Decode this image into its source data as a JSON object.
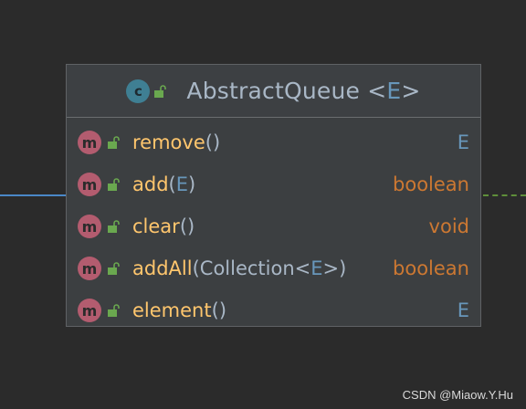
{
  "diagram": {
    "class": {
      "kind_icon": "c",
      "name": "AbstractQueue",
      "type_param_open": "<",
      "type_param": "E",
      "type_param_close": ">"
    },
    "methods": [
      {
        "name": "remove",
        "open": "(",
        "params": [],
        "close": ")",
        "return": "E"
      },
      {
        "name": "add",
        "open": "(",
        "params": [
          {
            "text": "E"
          }
        ],
        "close": ")",
        "return": "boolean"
      },
      {
        "name": "clear",
        "open": "(",
        "params": [],
        "close": ")",
        "return": "void"
      },
      {
        "name": "addAll",
        "open": "(",
        "params": [
          {
            "text": "Collection"
          },
          {
            "text": "<"
          },
          {
            "text": "E"
          },
          {
            "text": ">"
          }
        ],
        "close": ")",
        "return": "boolean"
      },
      {
        "name": "element",
        "open": "(",
        "params": [],
        "close": ")",
        "return": "E"
      }
    ],
    "method_icon": "m"
  },
  "watermark": "CSDN @Miaow.Y.Hu",
  "colors": {
    "background": "#2b2b2b",
    "box": "#3c3f41",
    "class_icon": "#3f7f93",
    "method_icon": "#b35c6f",
    "lock": "#6aa84f",
    "method_name": "#ffc66d",
    "type": "#6897bb",
    "primitive": "#cc7832",
    "inherits_edge": "#4a88c7",
    "implements_edge": "#5f8f3a"
  },
  "icons": {
    "class": "class-icon",
    "visibility": "lock-open-icon",
    "method": "method-icon"
  }
}
